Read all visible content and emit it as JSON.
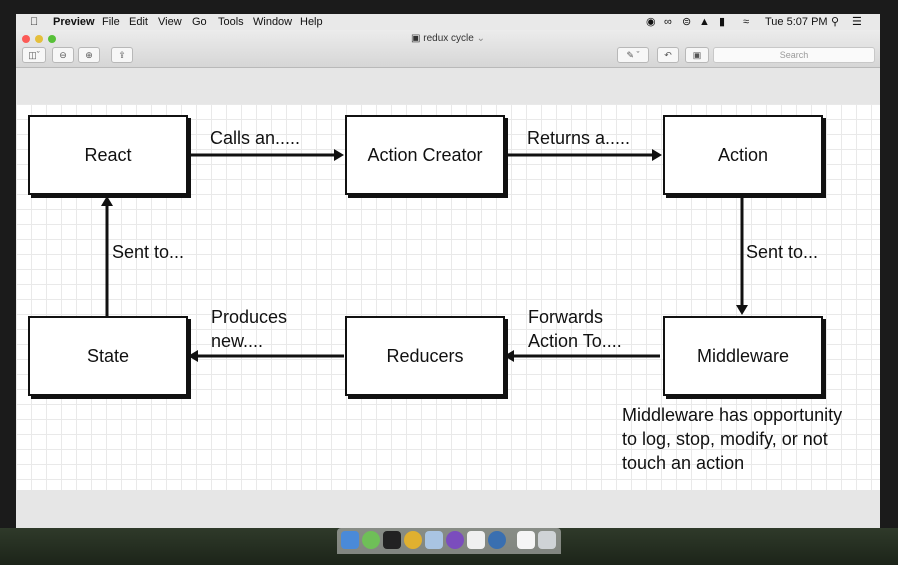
{
  "menubar": {
    "app_name": "Preview",
    "items": [
      "File",
      "Edit",
      "View",
      "Go",
      "Tools",
      "Window",
      "Help"
    ],
    "clock": "Tue 5:07 PM"
  },
  "window": {
    "title": "redux cycle",
    "search_placeholder": "Search",
    "zoom_out_icon": "zoom-out-icon",
    "zoom_in_icon": "zoom-in-icon",
    "share_icon": "share-icon"
  },
  "diagram": {
    "nodes": {
      "react": "React",
      "action_creator": "Action Creator",
      "action": "Action",
      "state": "State",
      "reducers": "Reducers",
      "middleware": "Middleware"
    },
    "edges": {
      "react_to_creator": "Calls an.....",
      "creator_to_action": "Returns a.....",
      "action_to_middleware": "Sent to...",
      "state_to_react": "Sent to...",
      "reducers_to_state_1": "Produces",
      "reducers_to_state_2": "new....",
      "middleware_to_reducers_1": "Forwards",
      "middleware_to_reducers_2": "Action To...."
    },
    "note": {
      "line1": "Middleware has opportunity",
      "line2": "to log, stop, modify, or not",
      "line3": "touch an action"
    }
  },
  "colors": {
    "red": "#fc5b57",
    "yellow": "#e5bf3c",
    "green": "#57c038"
  }
}
